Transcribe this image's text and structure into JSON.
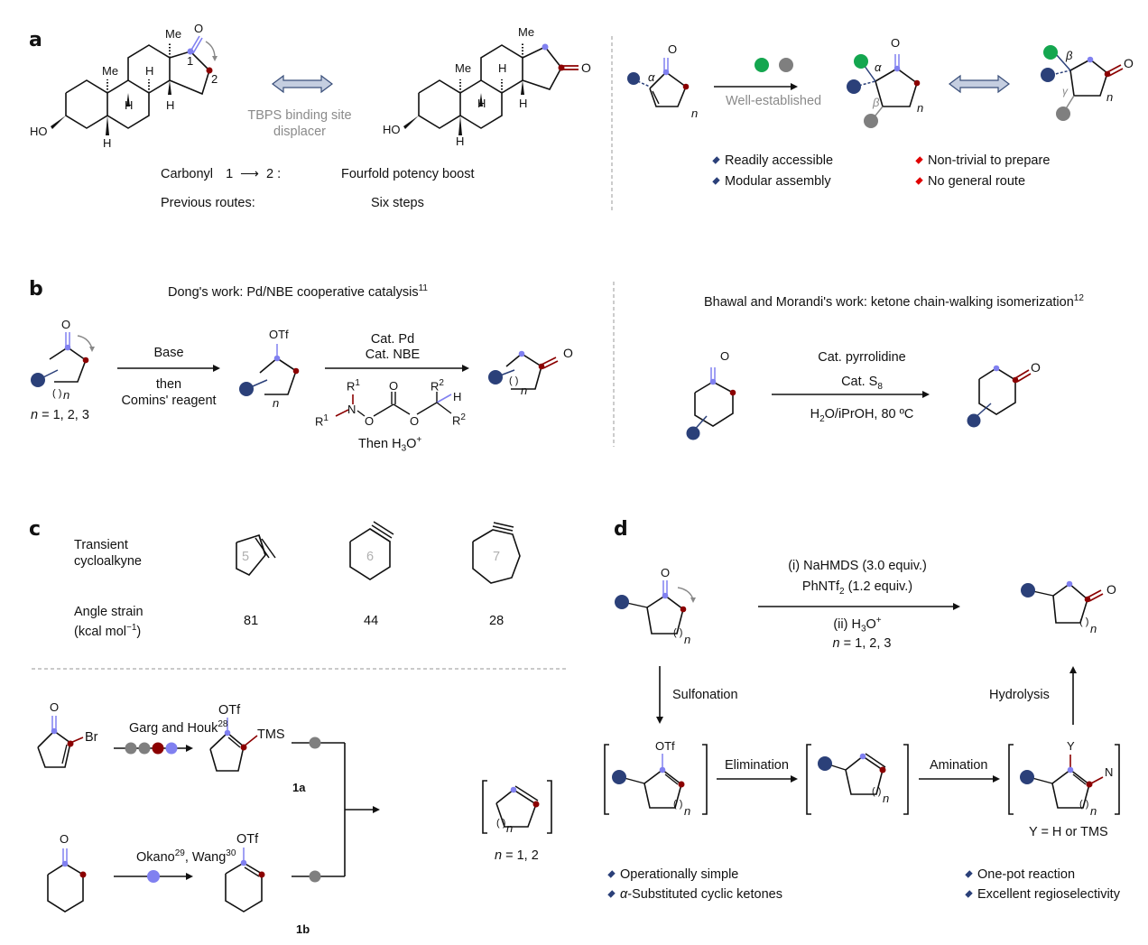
{
  "colors": {
    "navy": "#2b4079",
    "green": "#14a64f",
    "grey_dot": "#7f7f7f",
    "dark_red": "#8b0000",
    "lavender": "#8080f0",
    "arrow_fill": "#c5cee0",
    "arrow_stroke": "#3a4f7a",
    "bullet_blue": "#2b4079",
    "bullet_red": "#e00000"
  },
  "panel_a": {
    "letter": "a",
    "left_structure": {
      "me_top": "Me",
      "me_mid": "Me",
      "h_mid": "H",
      "h_b1": "H",
      "h_b2": "H",
      "h_bottom": "H",
      "ho": "HO",
      "o": "O",
      "label_1": "1",
      "label_2": "2"
    },
    "right_structure": {
      "me_top": "Me",
      "me_mid": "Me",
      "h_mid": "H",
      "h_b1": "H",
      "h_b2": "H",
      "h_bottom": "H",
      "ho": "HO",
      "o": "O"
    },
    "center_caption_line1": "TBPS binding site",
    "center_caption_line2": "displacer",
    "carbonyl_label": "Carbonyl",
    "carbonyl_from": "1",
    "carbonyl_to": "2 :",
    "carbonyl_result": "Fourfold potency boost",
    "previous_routes_label": "Previous routes:",
    "previous_routes_value": "Six steps",
    "right_scheme": {
      "o1": "O",
      "alpha1": "α",
      "n1": "n",
      "arrow_caption": "Well-established",
      "o2": "O",
      "alpha2": "α",
      "beta2": "β",
      "n2": "n",
      "o3": "O",
      "beta3": "β",
      "gamma3": "γ",
      "n3": "n"
    },
    "bullets_left": [
      "Readily accessible",
      "Modular assembly"
    ],
    "bullets_right": [
      "Non-trivial to prepare",
      "No general route"
    ]
  },
  "panel_b": {
    "letter": "b",
    "dong_title": "Dong's work: Pd/NBE cooperative catalysis",
    "dong_ref": "11",
    "start_o": "O",
    "start_n": "n",
    "n_values": "= 1, 2, 3",
    "n_symbol": "n",
    "step1_above": "Base",
    "step1_below1": "then",
    "step1_below2": "Comins' reagent",
    "otf": "OTf",
    "mid_n": "n",
    "step2_above1": "Cat. Pd",
    "step2_above2": "Cat. NBE",
    "reagent": {
      "r1a": "R",
      "r1a_sup": "1",
      "r1b": "R",
      "r1b_sup": "1",
      "n": "N",
      "o1": "O",
      "o2": "O",
      "o3": "O",
      "r2a": "R",
      "r2a_sup": "2",
      "h": "H",
      "r2b": "R",
      "r2b_sup": "2"
    },
    "then_h3o": "Then H",
    "then_h3o_sub": "3",
    "then_h3o_tail": "O",
    "then_h3o_sup": "+",
    "product_o": "O",
    "product_n": "n",
    "morandi_title": "Bhawal and Morandi's work: ketone chain-walking isomerization",
    "morandi_ref": "12",
    "morandi_start_o": "O",
    "morandi_cond1": "Cat. pyrrolidine",
    "morandi_cond2": "Cat. S",
    "morandi_cond2_sub": "8",
    "morandi_cond3_a": "H",
    "morandi_cond3_sub": "2",
    "morandi_cond3_b": "O/iPrOH, 80 ºC",
    "morandi_product_o": "O"
  },
  "panel_c": {
    "letter": "c",
    "row1_label_line1": "Transient",
    "row1_label_line2": "cycloalkyne",
    "row2_label_line1": "Angle strain",
    "row2_label_line2_a": "(kcal mol",
    "row2_label_line2_sup": "−1",
    "row2_label_line2_b": ")",
    "ring_labels": [
      "5",
      "6",
      "7"
    ],
    "strain_values": [
      "81",
      "44",
      "28"
    ],
    "route1_o": "O",
    "route1_br": "Br",
    "route1_caption": "Garg and Houk",
    "route1_ref": "28",
    "route1_otf": "OTf",
    "route1_tms": "TMS",
    "route1_compound": "1a",
    "route2_o": "O",
    "route2_caption_a": "Okano",
    "route2_ref_a": "29",
    "route2_caption_b": ", Wang",
    "route2_ref_b": "30",
    "route2_otf": "OTf",
    "route2_compound": "1b",
    "product_n": "n",
    "product_n_values": "= 1, 2",
    "product_n_symbol": "n"
  },
  "panel_d": {
    "letter": "d",
    "start_o": "O",
    "start_n": "n",
    "cond1": "(i) NaHMDS (3.0 equiv.)",
    "cond2_a": "PhNTf",
    "cond2_sub": "2",
    "cond2_b": " (1.2 equiv.)",
    "cond3_a": "(ii)  H",
    "cond3_sub": "3",
    "cond3_b": "O",
    "cond3_sup": "+",
    "cond4_symbol": "n",
    "cond4_values": " = 1, 2, 3",
    "product_o": "O",
    "product_n": "n",
    "step_down": "Sulfonation",
    "step_up": "Hydrolysis",
    "int1_otf": "OTf",
    "int1_n": "n",
    "step_elim": "Elimination",
    "int2_n": "n",
    "step_amin": "Amination",
    "int3_y": "Y",
    "int3_n_atom": "N",
    "int3_n": "n",
    "y_def": "Y = H or TMS",
    "bullets_left": [
      "Operationally simple",
      "-Substituted cyclic ketones"
    ],
    "bullets_left_alpha": "α",
    "bullets_right": [
      "One-pot reaction",
      "Excellent regioselectivity"
    ]
  }
}
